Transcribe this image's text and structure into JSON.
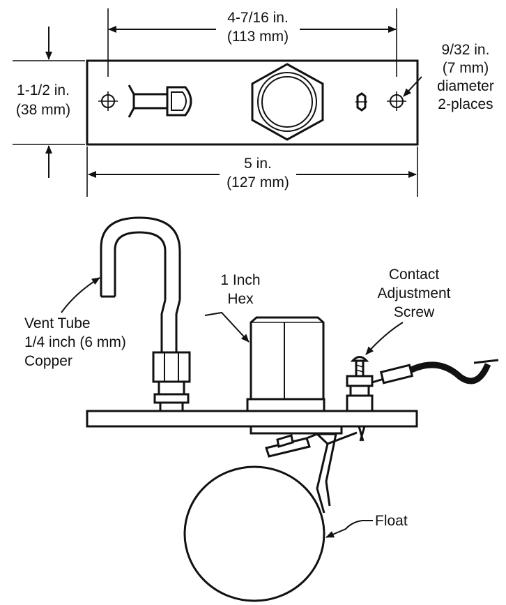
{
  "top_view": {
    "hole_spacing_in": "4-7/16 in.",
    "hole_spacing_mm": "(113 mm)",
    "height_in": "1-1/2 in.",
    "height_mm": "(38 mm)",
    "width_in": "5 in.",
    "width_mm": "(127 mm)",
    "hole_size_in": "9/32 in.",
    "hole_size_mm": "(7 mm)",
    "hole_desc_1": "diameter",
    "hole_desc_2": "2-places"
  },
  "side_view": {
    "vent_line1": "Vent Tube",
    "vent_line2": "1/4 inch (6 mm)",
    "vent_line3": "Copper",
    "hex_line1": "1 Inch",
    "hex_line2": "Hex",
    "contact_line1": "Contact",
    "contact_line2": "Adjustment",
    "contact_line3": "Screw",
    "float_label": "Float"
  }
}
